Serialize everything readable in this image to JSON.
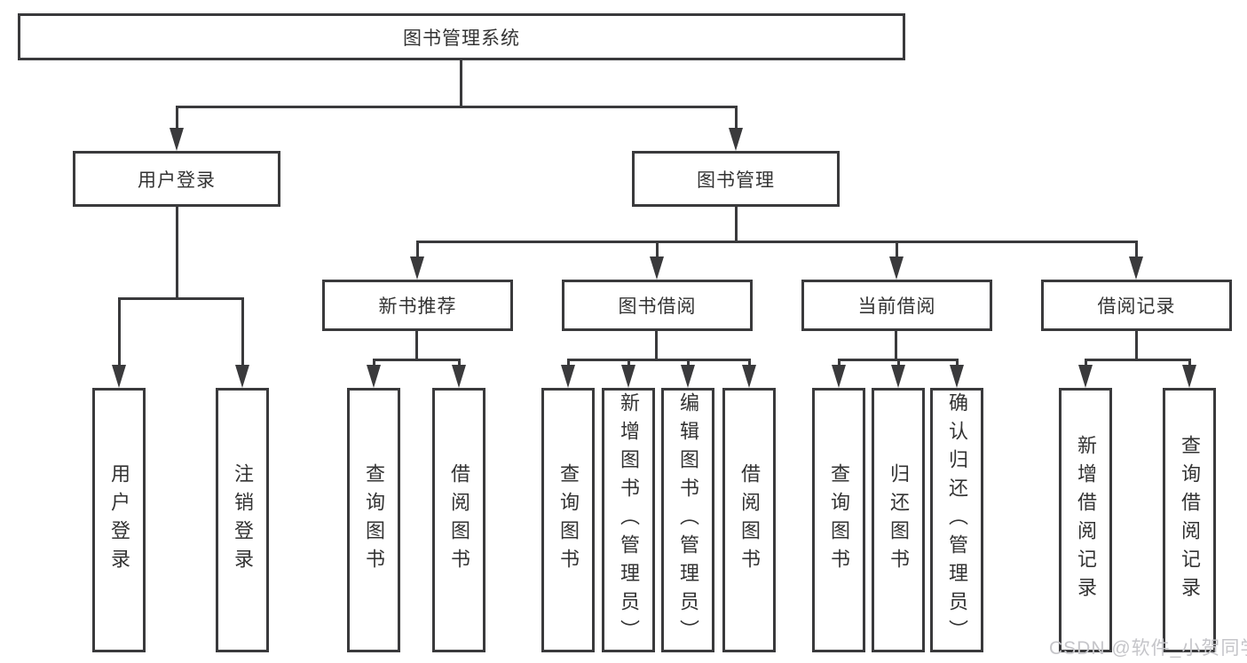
{
  "diagram": {
    "root": {
      "label": "图书管理系统"
    },
    "level2": {
      "user_login": {
        "label": "用户登录"
      },
      "book_management": {
        "label": "图书管理"
      }
    },
    "level3": {
      "new_book_recommend": {
        "label": "新书推荐"
      },
      "book_borrowing": {
        "label": "图书借阅"
      },
      "current_borrowing": {
        "label": "当前借阅"
      },
      "borrowing_records": {
        "label": "借阅记录"
      }
    },
    "leaves": {
      "user_login": [
        "用户登录",
        "注销登录"
      ],
      "new_book_recommend": [
        "查询图书",
        "借阅图书"
      ],
      "book_borrowing": [
        "查询图书",
        "新增图书（管理员）",
        "编辑图书（管理员）",
        "借阅图书"
      ],
      "current_borrowing": [
        "查询图书",
        "归还图书",
        "确认归还（管理员）"
      ],
      "borrowing_records": [
        "新增借阅记录",
        "查询借阅记录"
      ]
    }
  },
  "watermark": {
    "text": "CSDN @软件_小贺同学"
  },
  "colors": {
    "line": "#3a3a3c",
    "text": "#333333",
    "watermark": "#c5c5c9",
    "background": "#ffffff"
  }
}
